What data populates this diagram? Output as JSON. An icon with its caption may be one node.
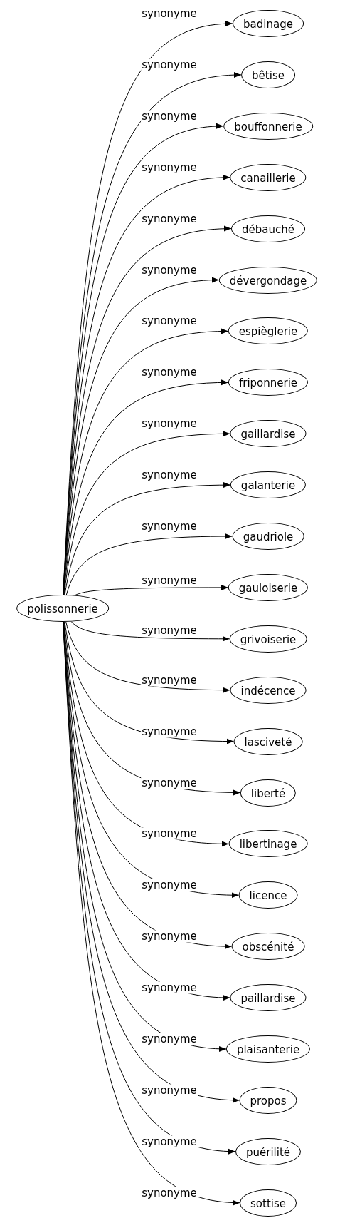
{
  "diagram": {
    "nodes": [
      {
        "text": [
          "polissonnerie"
        ]
      },
      {
        "text": [
          "badinage"
        ]
      },
      {
        "text": [
          "bêtise"
        ]
      },
      {
        "text": [
          "bouffonnerie"
        ]
      },
      {
        "text": [
          "canaillerie"
        ]
      },
      {
        "text": [
          "débauché"
        ]
      },
      {
        "text": [
          "dévergondage"
        ]
      },
      {
        "text": [
          "espièglerie"
        ]
      },
      {
        "text": [
          "friponnerie"
        ]
      },
      {
        "text": [
          "gaillardise"
        ]
      },
      {
        "text": [
          "galanterie"
        ]
      },
      {
        "text": [
          "gaudriole"
        ]
      },
      {
        "text": [
          "gauloiserie"
        ]
      },
      {
        "text": [
          "grivoiserie"
        ]
      },
      {
        "text": [
          "indécence"
        ]
      },
      {
        "text": [
          "lasciveté"
        ]
      },
      {
        "text": [
          "liberté"
        ]
      },
      {
        "text": [
          "libertinage"
        ]
      },
      {
        "text": [
          "licence"
        ]
      },
      {
        "text": [
          "obscénité"
        ]
      },
      {
        "text": [
          "paillardise"
        ]
      },
      {
        "text": [
          "plaisanterie"
        ]
      },
      {
        "text": [
          "propos"
        ]
      },
      {
        "text": [
          "puérilité"
        ]
      },
      {
        "text": [
          "sottise"
        ]
      }
    ],
    "edges": [
      {
        "from": 0,
        "to": 1,
        "arrow": "to",
        "label": "synonyme"
      },
      {
        "from": 0,
        "to": 2,
        "arrow": "to",
        "label": "synonyme"
      },
      {
        "from": 0,
        "to": 3,
        "arrow": "to",
        "label": "synonyme"
      },
      {
        "from": 0,
        "to": 4,
        "arrow": "to",
        "label": "synonyme"
      },
      {
        "from": 0,
        "to": 5,
        "arrow": "to",
        "label": "synonyme"
      },
      {
        "from": 0,
        "to": 6,
        "arrow": "to",
        "label": "synonyme"
      },
      {
        "from": 0,
        "to": 7,
        "arrow": "to",
        "label": "synonyme"
      },
      {
        "from": 0,
        "to": 8,
        "arrow": "to",
        "label": "synonyme"
      },
      {
        "from": 0,
        "to": 9,
        "arrow": "to",
        "label": "synonyme"
      },
      {
        "from": 0,
        "to": 10,
        "arrow": "to",
        "label": "synonyme"
      },
      {
        "from": 0,
        "to": 11,
        "arrow": "to",
        "label": "synonyme"
      },
      {
        "from": 0,
        "to": 12,
        "arrow": "to",
        "label": "synonyme"
      },
      {
        "from": 0,
        "to": 13,
        "arrow": "to",
        "label": "synonyme"
      },
      {
        "from": 0,
        "to": 14,
        "arrow": "to",
        "label": "synonyme"
      },
      {
        "from": 0,
        "to": 15,
        "arrow": "to",
        "label": "synonyme"
      },
      {
        "from": 0,
        "to": 16,
        "arrow": "to",
        "label": "synonyme"
      },
      {
        "from": 0,
        "to": 17,
        "arrow": "to",
        "label": "synonyme"
      },
      {
        "from": 0,
        "to": 18,
        "arrow": "to",
        "label": "synonyme"
      },
      {
        "from": 0,
        "to": 19,
        "arrow": "to",
        "label": "synonyme"
      },
      {
        "from": 0,
        "to": 20,
        "arrow": "to",
        "label": "synonyme"
      },
      {
        "from": 0,
        "to": 21,
        "arrow": "to",
        "label": "synonyme"
      },
      {
        "from": 0,
        "to": 22,
        "arrow": "to",
        "label": "synonyme"
      },
      {
        "from": 0,
        "to": 23,
        "arrow": "to",
        "label": "synonyme"
      },
      {
        "from": 0,
        "to": 24,
        "arrow": "to",
        "label": "synonyme"
      }
    ]
  }
}
